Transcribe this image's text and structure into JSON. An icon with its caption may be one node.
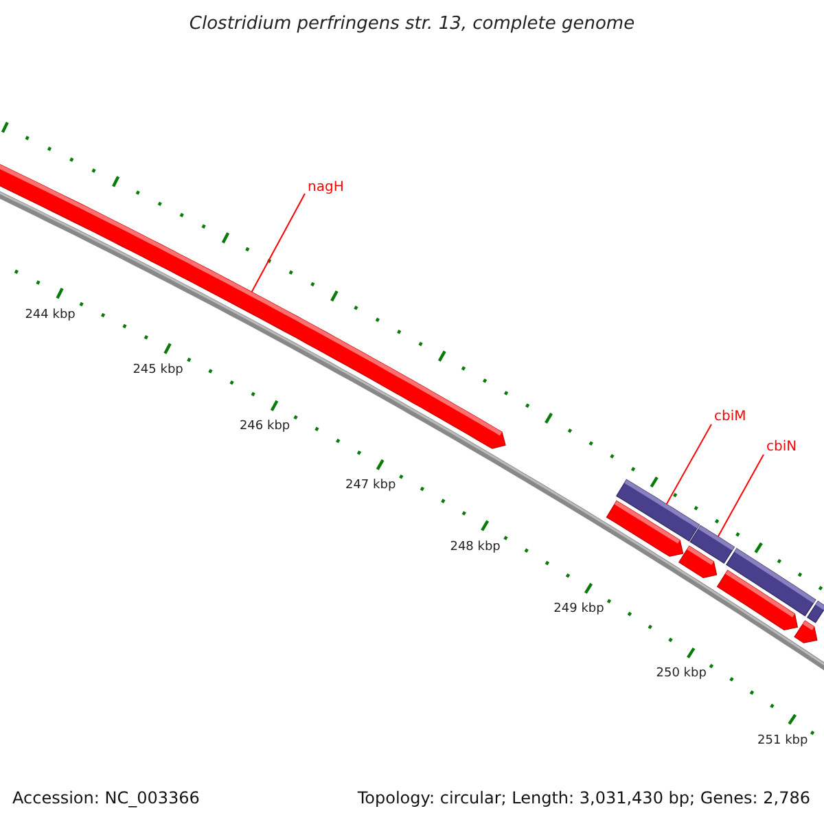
{
  "diagram": {
    "title": "Clostridium perfringens str. 13, complete genome",
    "nodes": [
      {
        "text": [
          "nagH"
        ]
      },
      {
        "text": [],
        "shape": "arrow"
      },
      {
        "text": [
          "cbiM"
        ]
      },
      {
        "text": [],
        "shape": "bar"
      },
      {
        "text": [
          "cbiN"
        ]
      },
      {
        "text": [],
        "shape": "bar"
      },
      {
        "text": [],
        "shape": "bar"
      },
      {
        "text": [],
        "shape": "bar"
      },
      {
        "text": [],
        "shape": "arrow"
      },
      {
        "text": [],
        "shape": "arrow"
      },
      {
        "text": [],
        "shape": "arrow"
      },
      {
        "text": [],
        "shape": "arrow"
      }
    ],
    "edges": [
      {
        "from": 0,
        "to": 1,
        "arrow": "none"
      },
      {
        "from": 2,
        "to": 3,
        "arrow": "none"
      },
      {
        "from": 4,
        "to": 5,
        "arrow": "none"
      }
    ],
    "labels": [
      "244 kbp",
      "245 kbp",
      "246 kbp",
      "247 kbp",
      "248 kbp",
      "249 kbp",
      "250 kbp",
      "251 kbp",
      "Accession: NC_003366",
      "Topology: circular; Length: 3,031,430 bp; Genes: 2,786"
    ]
  }
}
